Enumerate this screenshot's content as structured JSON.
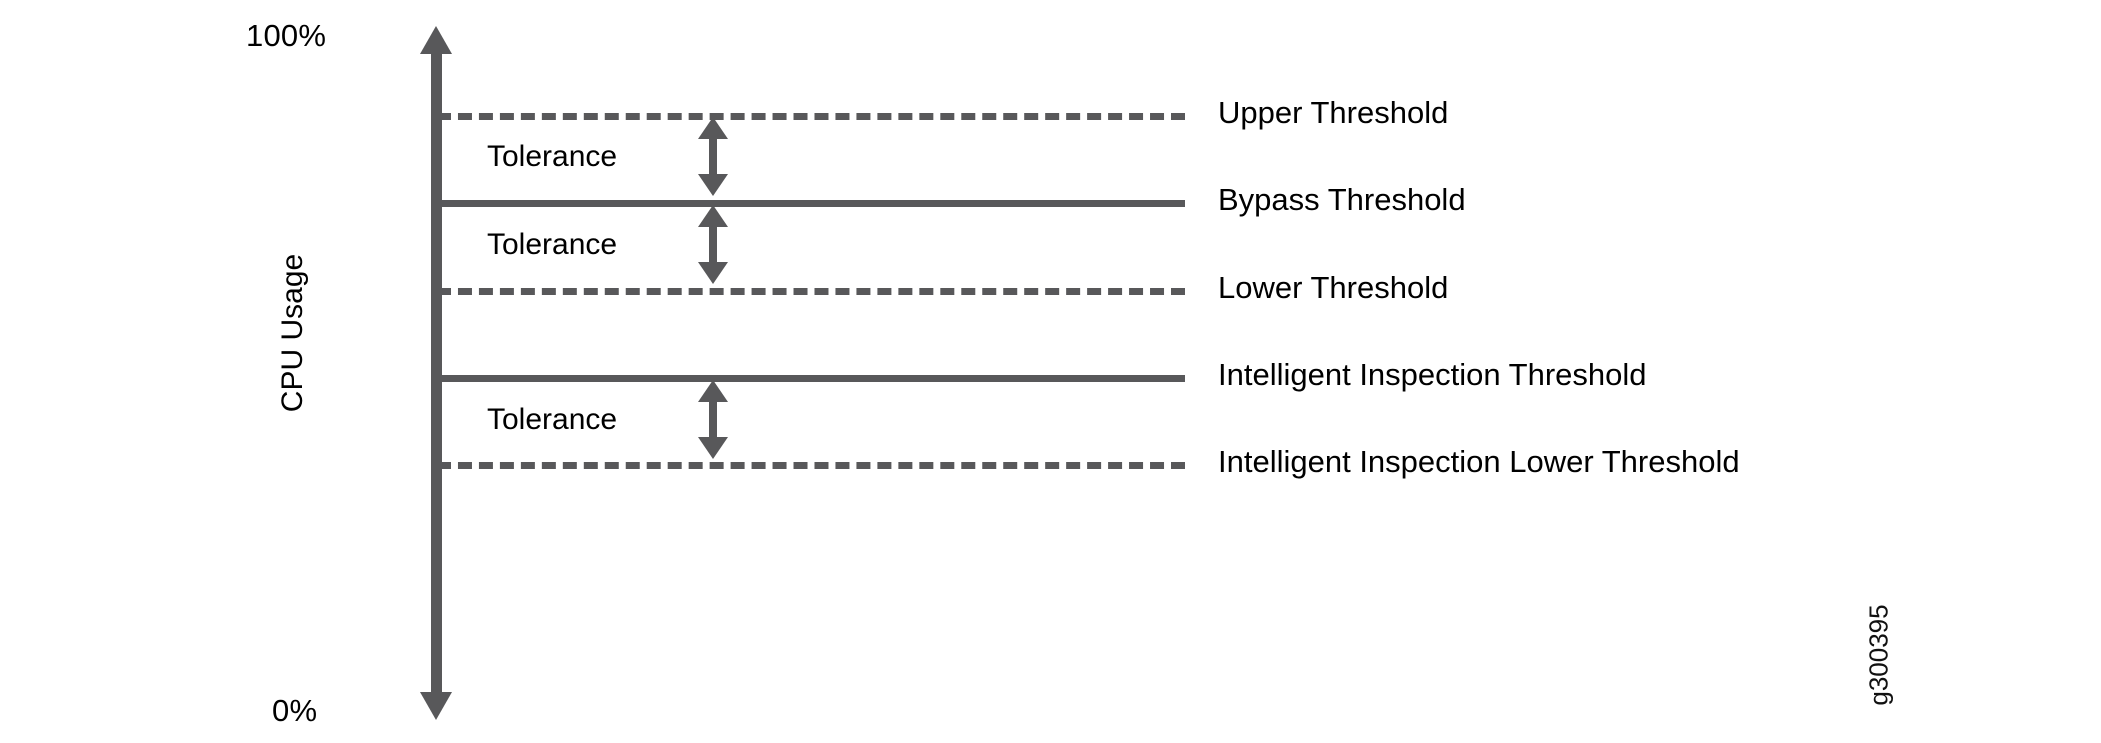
{
  "axis": {
    "title": "CPU Usage",
    "max_label": "100%",
    "min_label": "0%"
  },
  "tolerance_label": "Tolerance",
  "watermark": "g300395",
  "chart_data": {
    "type": "line",
    "title": "",
    "xlabel": "",
    "ylabel": "CPU Usage",
    "ylim": [
      0,
      100
    ],
    "ytick_labels": [
      "0%",
      "100%"
    ],
    "grid": false,
    "legend": "none",
    "categories": [],
    "thresholds": [
      {
        "label": "Upper Threshold",
        "style": "dashed",
        "y_pct": 88
      },
      {
        "label": "Bypass Threshold",
        "style": "solid",
        "y_pct": 75
      },
      {
        "label": "Lower Threshold",
        "style": "dashed",
        "y_pct": 62
      },
      {
        "label": "Intelligent Inspection Threshold",
        "style": "solid",
        "y_pct": 49
      },
      {
        "label": "Intelligent Inspection Lower Threshold",
        "style": "dashed",
        "y_pct": 36
      }
    ],
    "tolerance_bands": [
      {
        "label": "Tolerance",
        "from": "Upper Threshold",
        "to": "Bypass Threshold"
      },
      {
        "label": "Tolerance",
        "from": "Bypass Threshold",
        "to": "Lower Threshold"
      },
      {
        "label": "Tolerance",
        "from": "Intelligent Inspection Threshold",
        "to": "Intelligent Inspection Lower Threshold"
      }
    ]
  },
  "colors": {
    "line": "#58585A",
    "text": "#000000",
    "background": "#FFFFFF"
  }
}
